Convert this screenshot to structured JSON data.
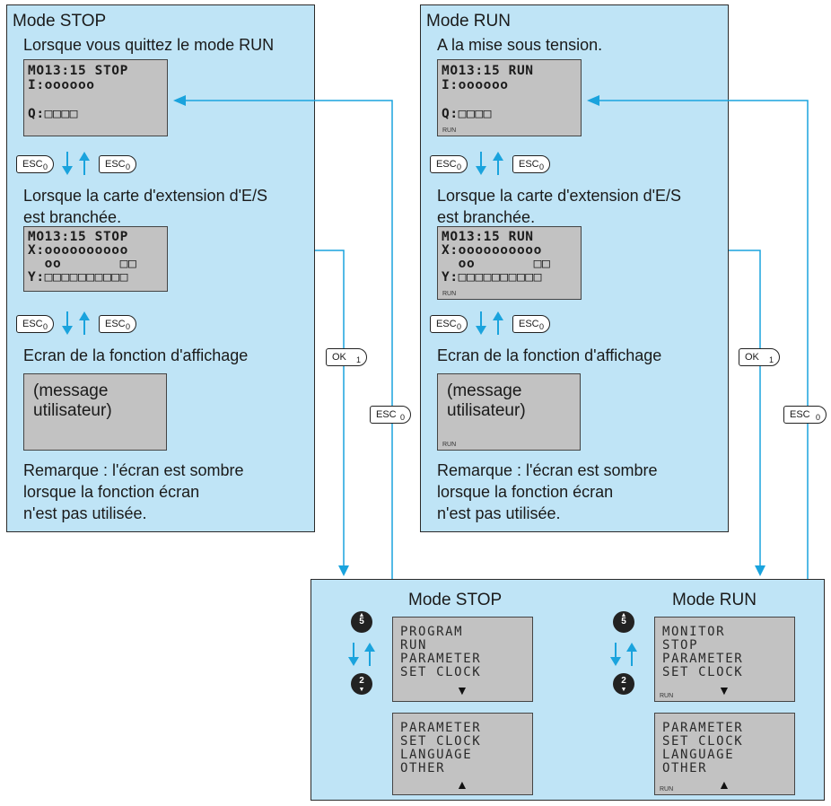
{
  "stop_panel": {
    "title": "Mode STOP",
    "intro": "Lorsque vous quittez le mode RUN",
    "lcd1": [
      "MO13:15 STOP",
      "I:oooooo",
      "",
      "Q:□□□□"
    ],
    "expansion_text_1": "Lorsque la carte d'extension d'E/S",
    "expansion_text_2": "est branchée.",
    "lcd2": [
      "MO13:15 STOP",
      "X:oooooooooo",
      "  oo       □□",
      "Y:□□□□□□□□□□"
    ],
    "display_function": "Ecran de la fonction d'affichage",
    "message_box": "(message\nutilisateur)",
    "remark_1": "Remarque : l'écran est sombre",
    "remark_2": "lorsque la fonction écran",
    "remark_3": "n'est pas utilisée."
  },
  "run_panel": {
    "title": "Mode RUN",
    "intro": "A la mise sous tension.",
    "lcd1": [
      "MO13:15 RUN",
      "I:oooooo",
      "",
      "Q:□□□□"
    ],
    "run_indicator": "RUN",
    "expansion_text_1": "Lorsque la carte d'extension d'E/S",
    "expansion_text_2": "est branchée.",
    "lcd2": [
      "MO13:15 RUN",
      "X:oooooooooo",
      "  oo       □□",
      "Y:□□□□□□□□□□"
    ],
    "display_function": "Ecran de la fonction d'affichage",
    "message_box": "(message\nutilisateur)",
    "remark_1": "Remarque : l'écran est sombre",
    "remark_2": "lorsque la fonction écran",
    "remark_3": "n'est pas utilisée."
  },
  "menu_panel": {
    "stop_title": "Mode STOP",
    "run_title": "Mode RUN",
    "stop_menu_1": [
      "PROGRAM",
      "RUN",
      "PARAMETER",
      "SET CLOCK"
    ],
    "stop_menu_2": [
      "PARAMETER",
      "SET CLOCK",
      "LANGUAGE",
      "OTHER"
    ],
    "run_menu_1": [
      "MONITOR",
      "STOP",
      "PARAMETER",
      "SET CLOCK"
    ],
    "run_menu_2": [
      "PARAMETER",
      "SET CLOCK",
      "LANGUAGE",
      "OTHER"
    ],
    "run_indicator": "RUN",
    "scroll_down_glyph": "▼",
    "scroll_up_glyph": "▲",
    "up_key_number": "5",
    "down_key_number": "2"
  },
  "keys": {
    "esc_label": "ESC",
    "esc_number": "0",
    "ok_label": "OK",
    "ok_number": "1"
  },
  "colors": {
    "panel_fill": "#bfe4f6",
    "arrow": "#1aa3dd",
    "lcd": "#c2c2c2"
  }
}
